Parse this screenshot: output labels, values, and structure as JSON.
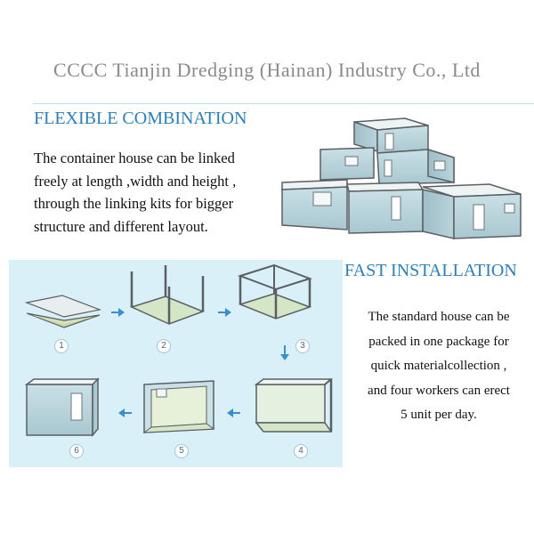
{
  "header": {
    "company": "CCCC Tianjin Dredging (Hainan) Industry Co., Ltd"
  },
  "flexible": {
    "title": "FLEXIBLE COMBINATION",
    "lines": [
      "The container house can be linked",
      "freely at length ,width and height ,",
      "through the linking kits for bigger",
      "structure and different layout."
    ]
  },
  "fast": {
    "title": "FAST INSTALLATION",
    "lines": [
      "The standard house can be",
      "packed in one  package for",
      "quick materialcollection ,",
      "and four workers can erect",
      "5 unit per day."
    ]
  },
  "steps": [
    {
      "label": "1",
      "stage": "flat-pack"
    },
    {
      "label": "2",
      "stage": "corner-posts"
    },
    {
      "label": "3",
      "stage": "roof-frame"
    },
    {
      "label": "4",
      "stage": "frame-complete"
    },
    {
      "label": "5",
      "stage": "wall-panels"
    },
    {
      "label": "6",
      "stage": "finished-unit"
    }
  ],
  "colors": {
    "heading": "#2b7fb8",
    "panel_background": "#d9f0f8",
    "container_wall": "#b8d4dc",
    "frame": "#5a5f63",
    "floor": "#d4e6c6",
    "arrow": "#3a8ecf"
  }
}
